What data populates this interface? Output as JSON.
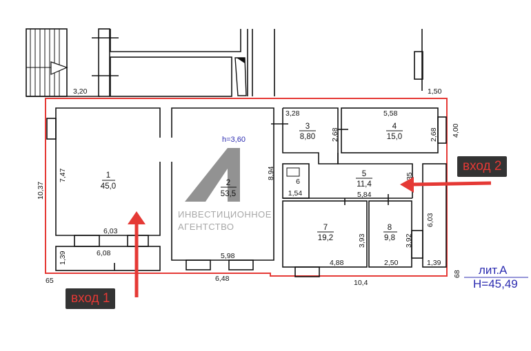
{
  "plan": {
    "ceiling_height": "h=3,60",
    "watermark": {
      "line1": "ИНВЕСТИЦИОННОЕ",
      "line2": "АГЕНТСТВО"
    },
    "letter": "лит.А",
    "elevation": "Н=45,49",
    "rooms": [
      {
        "num": "1",
        "area": "45,0"
      },
      {
        "num": "2",
        "area": "53,5"
      },
      {
        "num": "3",
        "area": "8,80"
      },
      {
        "num": "4",
        "area": "15,0"
      },
      {
        "num": "5",
        "area": "11,4"
      },
      {
        "num": "6",
        "area": "1,54"
      },
      {
        "num": "7",
        "area": "19,2"
      },
      {
        "num": "8",
        "area": "9,8"
      }
    ],
    "dims": {
      "d320": "3,20",
      "d150": "1,50",
      "d1037": "10,37",
      "d747": "7,47",
      "d603a": "6,03",
      "d608": "6,08",
      "d139a": "1,39",
      "d65": "65",
      "d648": "6,48",
      "d598": "5,98",
      "d894": "8,94",
      "d328": "3,28",
      "d558": "5,58",
      "d268a": "2,68",
      "d268b": "2,68",
      "d400": "4,00",
      "d584": "5,84",
      "d35": "35",
      "d603b": "6,03",
      "d393": "3,93",
      "d392": "3,92",
      "d488": "4,88",
      "d250": "2,50",
      "d139b": "1,39",
      "d104": "10,4",
      "d68": "68"
    },
    "entrances": {
      "entry1": "вход 1",
      "entry2": "вход 2"
    },
    "colors": {
      "outline": "#e53935",
      "arrow": "#e53935",
      "label_bg": "#333333",
      "annotation": "#2b2bb0"
    }
  }
}
